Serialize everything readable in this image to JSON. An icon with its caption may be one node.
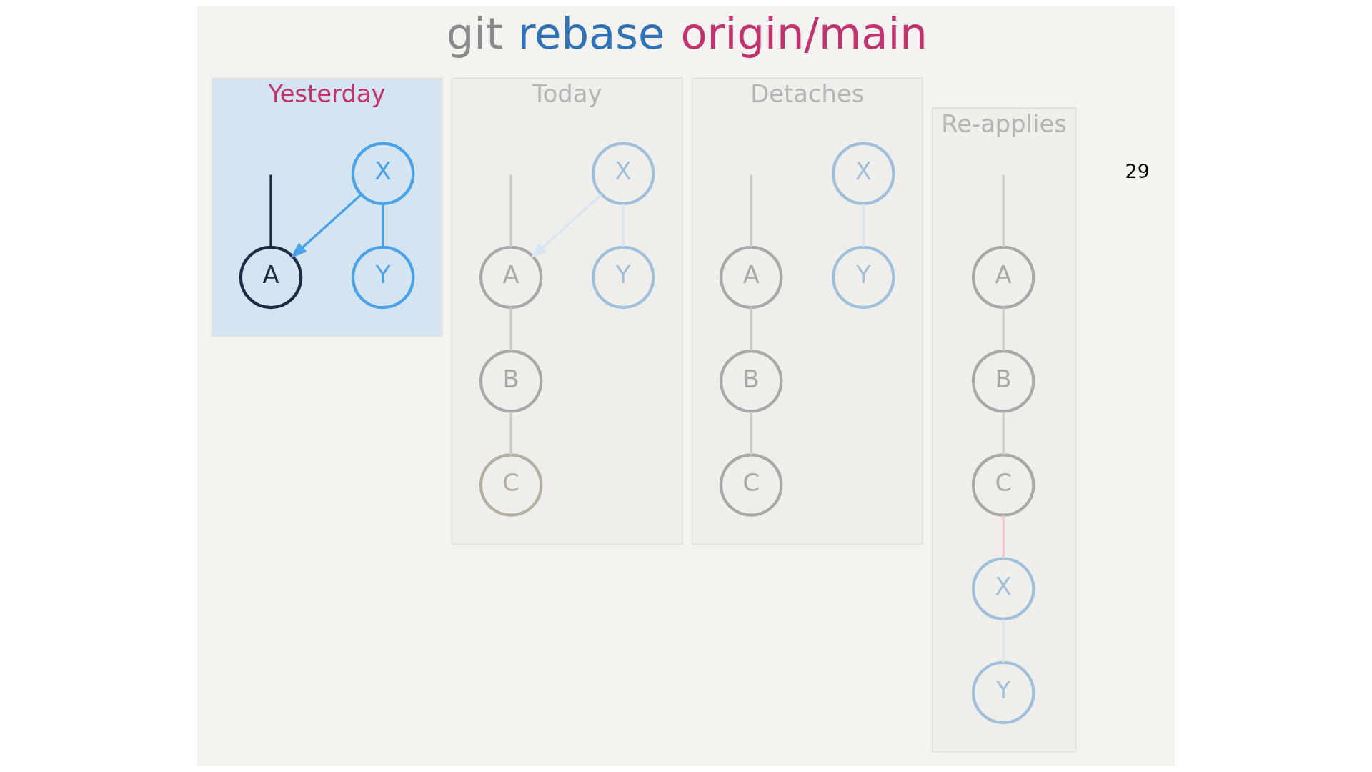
{
  "diagram": {
    "title": "git rebase origin/main",
    "nodes": [
      {
        "text": [
          "Yesterday"
        ]
      },
      {
        "text": [
          "A"
        ],
        "in": 0
      },
      {
        "text": [
          "X"
        ],
        "in": 0
      },
      {
        "text": [
          "Y"
        ],
        "in": 0
      },
      {
        "text": [
          "Today"
        ]
      },
      {
        "text": [
          "A"
        ],
        "in": 4
      },
      {
        "text": [
          "B"
        ],
        "in": 4
      },
      {
        "text": [
          "C"
        ],
        "in": 4
      },
      {
        "text": [
          "X"
        ],
        "in": 4
      },
      {
        "text": [
          "Y"
        ],
        "in": 4
      },
      {
        "text": [
          "Detaches"
        ]
      },
      {
        "text": [
          "A"
        ],
        "in": 10
      },
      {
        "text": [
          "B"
        ],
        "in": 10
      },
      {
        "text": [
          "C"
        ],
        "in": 10
      },
      {
        "text": [
          "X"
        ],
        "in": 10
      },
      {
        "text": [
          "Y"
        ],
        "in": 10
      },
      {
        "text": [
          "Re-applies"
        ]
      },
      {
        "text": [
          "A"
        ],
        "in": 16
      },
      {
        "text": [
          "B"
        ],
        "in": 16
      },
      {
        "text": [
          "C"
        ],
        "in": 16
      },
      {
        "text": [
          "X"
        ],
        "in": 16
      },
      {
        "text": [
          "Y"
        ],
        "in": 16
      }
    ],
    "edges": [
      {
        "from": null,
        "to": 1,
        "arrow": "none",
        "color": "#1f2a44"
      },
      {
        "from": 2,
        "to": 1,
        "arrow": "to",
        "color": "#4aa3e8"
      },
      {
        "from": 2,
        "to": 3,
        "arrow": "none",
        "color": "#4aa3e8"
      },
      {
        "from": null,
        "to": 5,
        "arrow": "none"
      },
      {
        "from": 8,
        "to": 5,
        "arrow": "to",
        "color": "#d6e6f2"
      },
      {
        "from": 5,
        "to": 6,
        "arrow": "none"
      },
      {
        "from": 6,
        "to": 7,
        "arrow": "none"
      },
      {
        "from": 8,
        "to": 9,
        "arrow": "none",
        "color": "#d6e6f2"
      },
      {
        "from": null,
        "to": 11,
        "arrow": "none"
      },
      {
        "from": 11,
        "to": 12,
        "arrow": "none"
      },
      {
        "from": 12,
        "to": 13,
        "arrow": "none"
      },
      {
        "from": 14,
        "to": 15,
        "arrow": "none",
        "color": "#d6e6f2"
      },
      {
        "from": null,
        "to": 17,
        "arrow": "none"
      },
      {
        "from": 17,
        "to": 18,
        "arrow": "none"
      },
      {
        "from": 18,
        "to": 19,
        "arrow": "none"
      },
      {
        "from": 19,
        "to": 20,
        "arrow": "none",
        "color": "#f0c4cf"
      },
      {
        "from": 20,
        "to": 21,
        "arrow": "none",
        "color": "#d6e6f2"
      }
    ],
    "labels": [
      "29"
    ]
  }
}
